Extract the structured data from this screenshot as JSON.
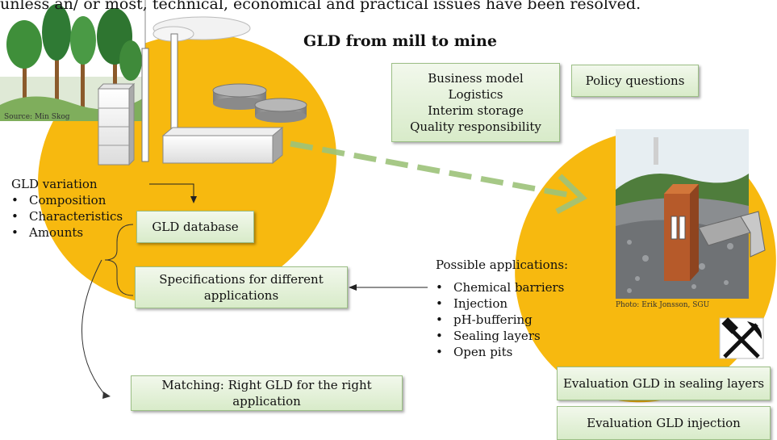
{
  "top_text": "unless an/ or most, technical, economical and practical issues have been resolved.",
  "title": "GLD from mill to mine",
  "photo_sources": {
    "forest": "Source: Min Skog",
    "mine": "Photo: Erik Jonsson, SGU"
  },
  "boxes": {
    "business": [
      "Business model",
      "Logistics",
      "Interim storage",
      "Quality responsibility"
    ],
    "policy": "Policy questions",
    "database": "GLD database",
    "specifications": [
      "Specifications for different",
      "applications"
    ],
    "matching": "Matching: Right GLD for the right application",
    "eval_sealing": "Evaluation GLD in sealing layers",
    "eval_injection": "Evaluation GLD injection"
  },
  "variation": {
    "heading": "GLD variation",
    "items": [
      "Composition",
      "Characteristics",
      "Amounts"
    ]
  },
  "applications": {
    "heading": "Possible applications:",
    "items": [
      "Chemical barriers",
      "Injection",
      "pH-buffering",
      "Sealing layers",
      "Open pits"
    ]
  },
  "colors": {
    "ellipse": "#f7b90f",
    "box_fill": "#dcedcf",
    "arrow_green": "#9dc37a"
  },
  "icons": [
    "pickaxe-hammer-icon"
  ]
}
